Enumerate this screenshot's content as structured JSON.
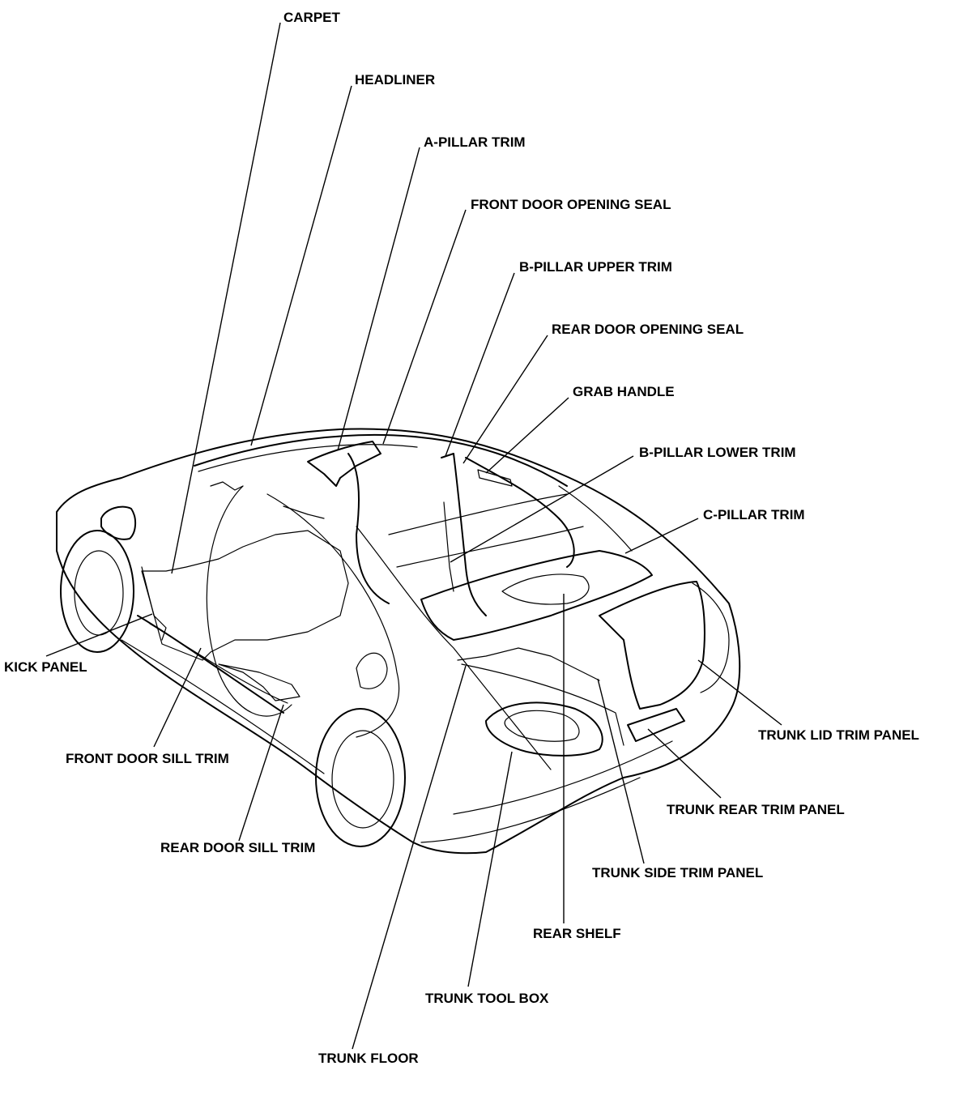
{
  "labels": {
    "carpet": "CARPET",
    "headliner": "HEADLINER",
    "a_pillar_trim": "A-PILLAR TRIM",
    "front_door_opening_seal": "FRONT DOOR OPENING SEAL",
    "b_pillar_upper_trim": "B-PILLAR UPPER TRIM",
    "rear_door_opening_seal": "REAR DOOR OPENING SEAL",
    "grab_handle": "GRAB HANDLE",
    "b_pillar_lower_trim": "B-PILLAR LOWER TRIM",
    "c_pillar_trim": "C-PILLAR TRIM",
    "kick_panel": "KICK PANEL",
    "trunk_lid_trim_panel": "TRUNK LID TRIM PANEL",
    "front_door_sill_trim": "FRONT DOOR SILL TRIM",
    "trunk_rear_trim_panel": "TRUNK REAR TRIM PANEL",
    "rear_door_sill_trim": "REAR DOOR SILL TRIM",
    "trunk_side_trim_panel": "TRUNK SIDE TRIM PANEL",
    "rear_shelf": "REAR SHELF",
    "trunk_tool_box": "TRUNK TOOL BOX",
    "trunk_floor": "TRUNK FLOOR"
  },
  "colors": {
    "line": "#000000",
    "background": "#ffffff"
  }
}
